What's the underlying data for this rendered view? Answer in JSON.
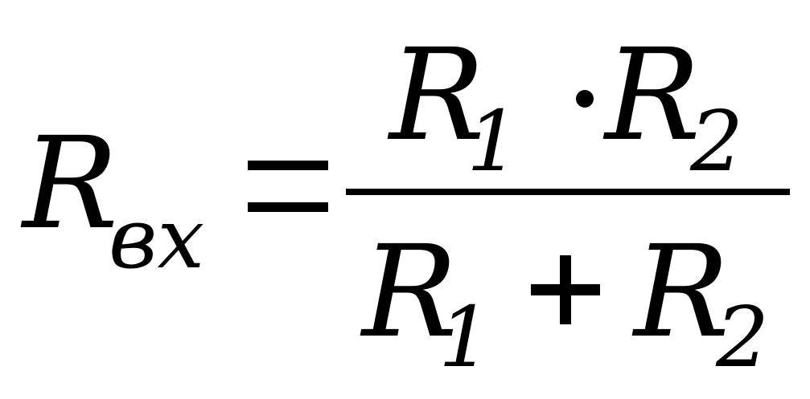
{
  "formula": {
    "lhs": {
      "symbol": "R",
      "subscript": "вх"
    },
    "equals_sign": "=",
    "numerator": {
      "term1": {
        "symbol": "R",
        "subscript": "1"
      },
      "operator": "·",
      "term2": {
        "symbol": "R",
        "subscript": "2"
      }
    },
    "denominator": {
      "term1": {
        "symbol": "R",
        "subscript": "1"
      },
      "operator": "+",
      "term2": {
        "symbol": "R",
        "subscript": "2"
      }
    }
  },
  "colors": {
    "background": "#ffffff",
    "ink": "#000000"
  }
}
